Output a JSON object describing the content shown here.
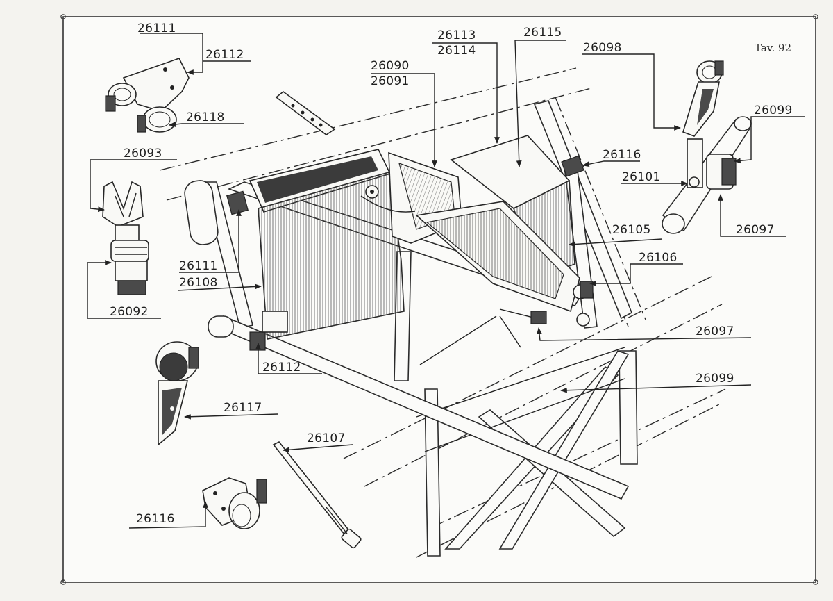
{
  "plate": {
    "title": "Tav. 92",
    "callouts": [
      {
        "id": "c1",
        "text": "26111"
      },
      {
        "id": "c2",
        "text": "26112"
      },
      {
        "id": "c3",
        "text": "26118"
      },
      {
        "id": "c4",
        "text": "26093"
      },
      {
        "id": "c5",
        "text": "26092"
      },
      {
        "id": "c6",
        "text": "26111"
      },
      {
        "id": "c7",
        "text": "26108"
      },
      {
        "id": "c8",
        "text": "26112"
      },
      {
        "id": "c9",
        "text": "26117"
      },
      {
        "id": "c10",
        "text": "26107"
      },
      {
        "id": "c11",
        "text": "26116"
      },
      {
        "id": "c12",
        "text": "26090"
      },
      {
        "id": "c13",
        "text": "26091"
      },
      {
        "id": "c14",
        "text": "26113"
      },
      {
        "id": "c15",
        "text": "26114"
      },
      {
        "id": "c16",
        "text": "26115"
      },
      {
        "id": "c17",
        "text": "26098"
      },
      {
        "id": "c18",
        "text": "26099"
      },
      {
        "id": "c19",
        "text": "26116"
      },
      {
        "id": "c20",
        "text": "26101"
      },
      {
        "id": "c21",
        "text": "26097"
      },
      {
        "id": "c22",
        "text": "26105"
      },
      {
        "id": "c23",
        "text": "26106"
      },
      {
        "id": "c24",
        "text": "26097"
      },
      {
        "id": "c25",
        "text": "26099"
      }
    ]
  }
}
